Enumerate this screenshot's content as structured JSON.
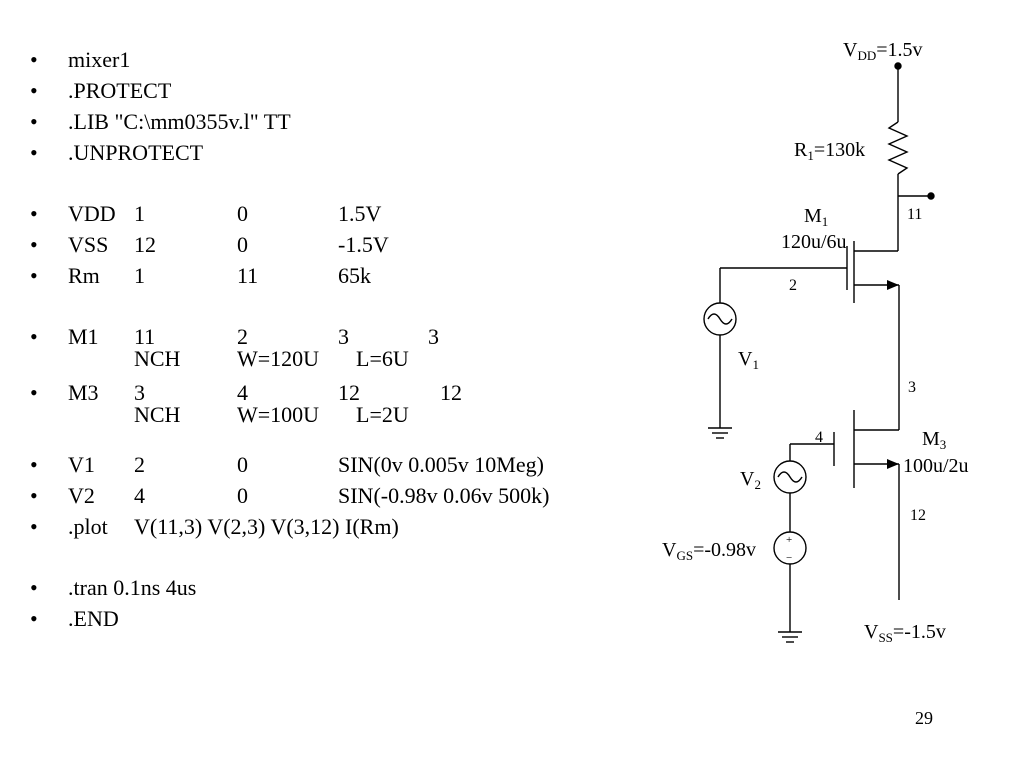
{
  "netlist": {
    "bullet": "•",
    "title": "mixer1",
    "protect": ".PROTECT",
    "lib": ".LIB \"C:\\mm0355v.l\" TT",
    "unprotect": ".UNPROTECT",
    "vdd": [
      "VDD",
      "1",
      "0",
      "1.5V"
    ],
    "vss": [
      "VSS",
      "12",
      "0",
      "-1.5V"
    ],
    "rm": [
      "Rm",
      "1",
      "11",
      "65k"
    ],
    "m1": [
      "M1",
      "11",
      "2",
      "3",
      "3",
      "NCH",
      "W=120U",
      "L=6U"
    ],
    "m3": [
      "M3",
      "3",
      "4",
      "12",
      "12",
      "NCH",
      "W=100U",
      "L=2U"
    ],
    "v1": [
      "V1",
      "2",
      "0",
      "SIN(0v 0.005v 10Meg)"
    ],
    "v2": [
      "V2",
      "4",
      "0",
      "SIN(-0.98v 0.06v 500k)"
    ],
    "plot": [
      ".plot",
      "V(11,3) V(2,3) V(3,12) I(Rm)"
    ],
    "tran": ".tran 0.1ns 4us",
    "end": ".END"
  },
  "schematic": {
    "vdd": {
      "main": "V",
      "sub": "DD",
      "rest": "=1.5v"
    },
    "r1": {
      "main": "R",
      "sub": "1",
      "rest": "=130k"
    },
    "m1": {
      "main": "M",
      "sub": "1",
      "size": "120u/6u"
    },
    "m3": {
      "main": "M",
      "sub": "3",
      "size": "100u/2u"
    },
    "v1": {
      "main": "V",
      "sub": "1"
    },
    "v2": {
      "main": "V",
      "sub": "2"
    },
    "vgs": {
      "main": "V",
      "sub": "GS",
      "rest": "=-0.98v"
    },
    "vss": {
      "main": "V",
      "sub": "SS",
      "rest": "=-1.5v"
    },
    "nodes": {
      "n11": "11",
      "n2": "2",
      "n3": "3",
      "n4": "4",
      "n12": "12"
    },
    "plus": "+",
    "minus": "−"
  },
  "page_number": "29"
}
